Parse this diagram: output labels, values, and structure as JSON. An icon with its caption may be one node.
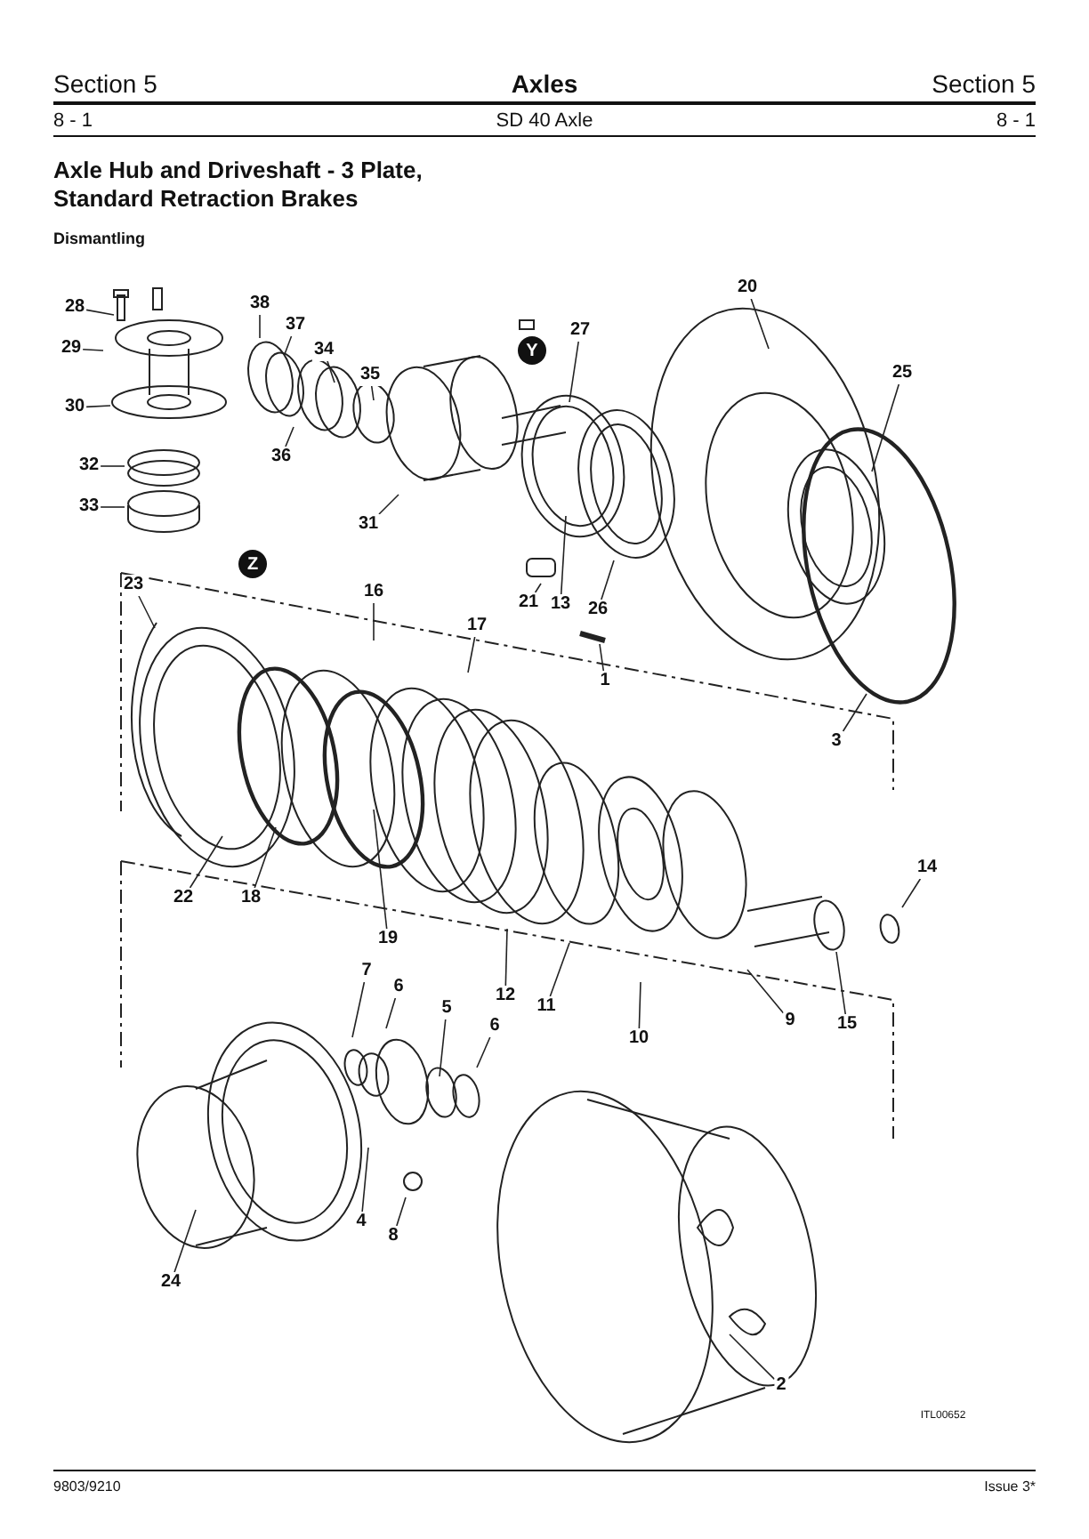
{
  "diagram": {
    "title": "Axle Hub and Driveshaft - 3 Plate, Standard Retraction Brakes",
    "nodes": [
      {
        "text": [
          "20"
        ]
      },
      {
        "text": [
          "28"
        ]
      },
      {
        "text": [
          "38"
        ]
      },
      {
        "text": [
          "37"
        ]
      },
      {
        "text": [
          "27"
        ]
      },
      {
        "text": [
          "29"
        ]
      },
      {
        "text": [
          "34"
        ]
      },
      {
        "text": [
          "Y"
        ]
      },
      {
        "text": [
          "35"
        ]
      },
      {
        "text": [
          "25"
        ]
      },
      {
        "text": [
          "30"
        ]
      },
      {
        "text": [
          "36"
        ]
      },
      {
        "text": [
          "32"
        ]
      },
      {
        "text": [
          "33"
        ]
      },
      {
        "text": [
          "31"
        ]
      },
      {
        "text": [
          "Z"
        ]
      },
      {
        "text": [
          "23"
        ]
      },
      {
        "text": [
          "16"
        ]
      },
      {
        "text": [
          "21"
        ]
      },
      {
        "text": [
          "13"
        ]
      },
      {
        "text": [
          "26"
        ]
      },
      {
        "text": [
          "17"
        ]
      },
      {
        "text": [
          "1"
        ]
      },
      {
        "text": [
          "3"
        ]
      },
      {
        "text": [
          "14"
        ]
      },
      {
        "text": [
          "22"
        ]
      },
      {
        "text": [
          "18"
        ]
      },
      {
        "text": [
          "19"
        ]
      },
      {
        "text": [
          "7"
        ]
      },
      {
        "text": [
          "6"
        ]
      },
      {
        "text": [
          "12"
        ]
      },
      {
        "text": [
          "11"
        ]
      },
      {
        "text": [
          "5"
        ]
      },
      {
        "text": [
          "9"
        ]
      },
      {
        "text": [
          "15"
        ]
      },
      {
        "text": [
          "6"
        ]
      },
      {
        "text": [
          "10"
        ]
      },
      {
        "text": [
          "4"
        ]
      },
      {
        "text": [
          "8"
        ]
      },
      {
        "text": [
          "24"
        ]
      },
      {
        "text": [
          "2"
        ]
      }
    ],
    "edges": [
      {
        "from": 0,
        "to": null,
        "arrow": "none"
      },
      {
        "from": 1,
        "to": null,
        "arrow": "none"
      },
      {
        "from": 2,
        "to": null,
        "arrow": "none"
      },
      {
        "from": 3,
        "to": null,
        "arrow": "none"
      },
      {
        "from": 4,
        "to": null,
        "arrow": "none"
      },
      {
        "from": 5,
        "to": null,
        "arrow": "none"
      },
      {
        "from": 6,
        "to": null,
        "arrow": "none"
      },
      {
        "from": 8,
        "to": null,
        "arrow": "none"
      },
      {
        "from": 9,
        "to": null,
        "arrow": "none"
      },
      {
        "from": 10,
        "to": null,
        "arrow": "none"
      },
      {
        "from": 11,
        "to": null,
        "arrow": "none"
      },
      {
        "from": 12,
        "to": null,
        "arrow": "none"
      },
      {
        "from": 13,
        "to": null,
        "arrow": "none"
      },
      {
        "from": 14,
        "to": null,
        "arrow": "none"
      },
      {
        "from": 16,
        "to": null,
        "arrow": "none"
      },
      {
        "from": 17,
        "to": null,
        "arrow": "none"
      },
      {
        "from": 18,
        "to": null,
        "arrow": "none"
      },
      {
        "from": 19,
        "to": null,
        "arrow": "none"
      },
      {
        "from": 20,
        "to": null,
        "arrow": "none"
      },
      {
        "from": 21,
        "to": null,
        "arrow": "none"
      },
      {
        "from": 22,
        "to": null,
        "arrow": "none"
      },
      {
        "from": 23,
        "to": null,
        "arrow": "none"
      },
      {
        "from": 24,
        "to": null,
        "arrow": "none"
      },
      {
        "from": 25,
        "to": null,
        "arrow": "none"
      },
      {
        "from": 26,
        "to": null,
        "arrow": "none"
      },
      {
        "from": 27,
        "to": null,
        "arrow": "none"
      },
      {
        "from": 28,
        "to": null,
        "arrow": "none"
      },
      {
        "from": 29,
        "to": null,
        "arrow": "none"
      },
      {
        "from": 30,
        "to": null,
        "arrow": "none"
      },
      {
        "from": 31,
        "to": null,
        "arrow": "none"
      },
      {
        "from": 32,
        "to": null,
        "arrow": "none"
      },
      {
        "from": 33,
        "to": null,
        "arrow": "none"
      },
      {
        "from": 34,
        "to": null,
        "arrow": "none"
      },
      {
        "from": 35,
        "to": null,
        "arrow": "none"
      },
      {
        "from": 36,
        "to": null,
        "arrow": "none"
      },
      {
        "from": 37,
        "to": null,
        "arrow": "none"
      },
      {
        "from": 38,
        "to": null,
        "arrow": "none"
      },
      {
        "from": 39,
        "to": null,
        "arrow": "none"
      },
      {
        "from": 40,
        "to": null,
        "arrow": "none"
      }
    ],
    "labels": [
      "Section 5",
      "Axles",
      "Section 5",
      "8 - 1",
      "SD 40 Axle",
      "8 - 1",
      "Dismantling",
      "ITL00652",
      "9803/9210",
      "Issue 3*"
    ]
  }
}
